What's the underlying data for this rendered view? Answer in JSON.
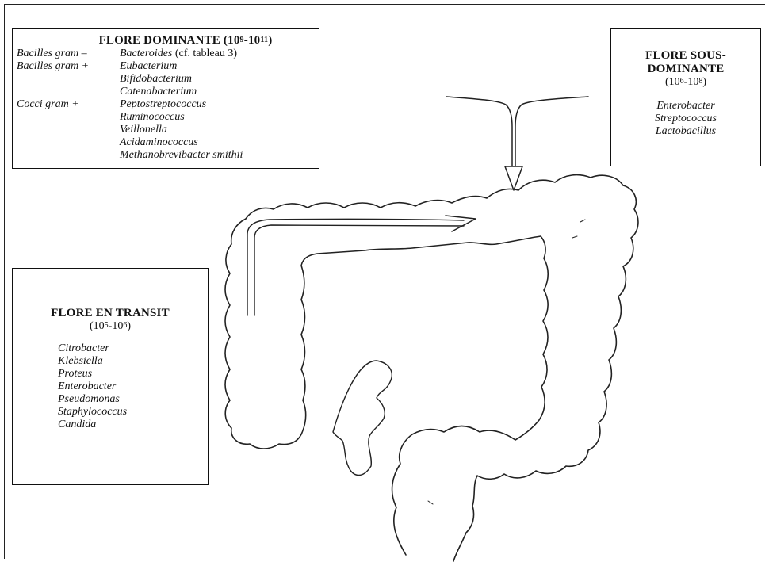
{
  "dominant": {
    "title_text": "FLORE DOMINANTE (10",
    "exp1": "9",
    "dash": "-10",
    "exp2": "11",
    "close": ")",
    "rows": [
      {
        "group": "Bacilles gram –",
        "genus": "Bacteroides",
        "extra": " (cf. tableau 3)"
      },
      {
        "group": "Bacilles gram +",
        "genus": "Eubacterium",
        "extra": ""
      },
      {
        "group": "",
        "genus": "Bifidobacterium",
        "extra": ""
      },
      {
        "group": "",
        "genus": "Catenabacterium",
        "extra": ""
      },
      {
        "group": "Cocci  gram  +",
        "genus": "Peptostreptococcus",
        "extra": ""
      },
      {
        "group": "",
        "genus": "Ruminococcus",
        "extra": ""
      },
      {
        "group": "",
        "genus": "Veillonella",
        "extra": ""
      },
      {
        "group": "",
        "genus": "Acidaminococcus",
        "extra": ""
      },
      {
        "group": "",
        "genus": "Methanobrevibacter smithii",
        "extra": ""
      }
    ]
  },
  "sous_dominant": {
    "title_line1": "FLORE SOUS-",
    "title_line2": "DOMINANTE",
    "range_open": "(10",
    "exp1": "6",
    "dash": "-10",
    "exp2": "8",
    "range_close": ")",
    "items": [
      "Enterobacter",
      "Streptococcus",
      "Lactobacillus"
    ]
  },
  "transit": {
    "title": "FLORE EN TRANSIT",
    "range_open": "(10",
    "exp1": "5",
    "dash": "-10",
    "exp2": "6",
    "range_close": ")",
    "items": [
      "Citrobacter",
      "Klebsiella",
      "Proteus",
      "Enterobacter",
      "Pseudomonas",
      "Staphylococcus",
      "Candida"
    ]
  }
}
